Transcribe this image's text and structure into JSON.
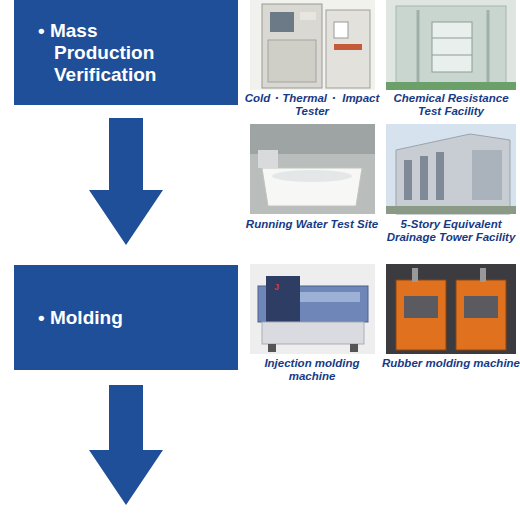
{
  "diagram": {
    "nodes": [
      {
        "text": [
          "• Mass Production Verification"
        ]
      },
      {
        "text": [
          "• Molding"
        ]
      }
    ],
    "edges": [
      {
        "from": 0,
        "to": 1,
        "arrow": "to"
      }
    ],
    "labels": [
      "Cold・Thermal・ Impact Tester",
      "Chemical Resistance Test Facility",
      "Running Water Test Site",
      "5-Story Equivalent Drainage Tower Facility",
      "Injection molding machine",
      "Rubber molding machine"
    ]
  }
}
